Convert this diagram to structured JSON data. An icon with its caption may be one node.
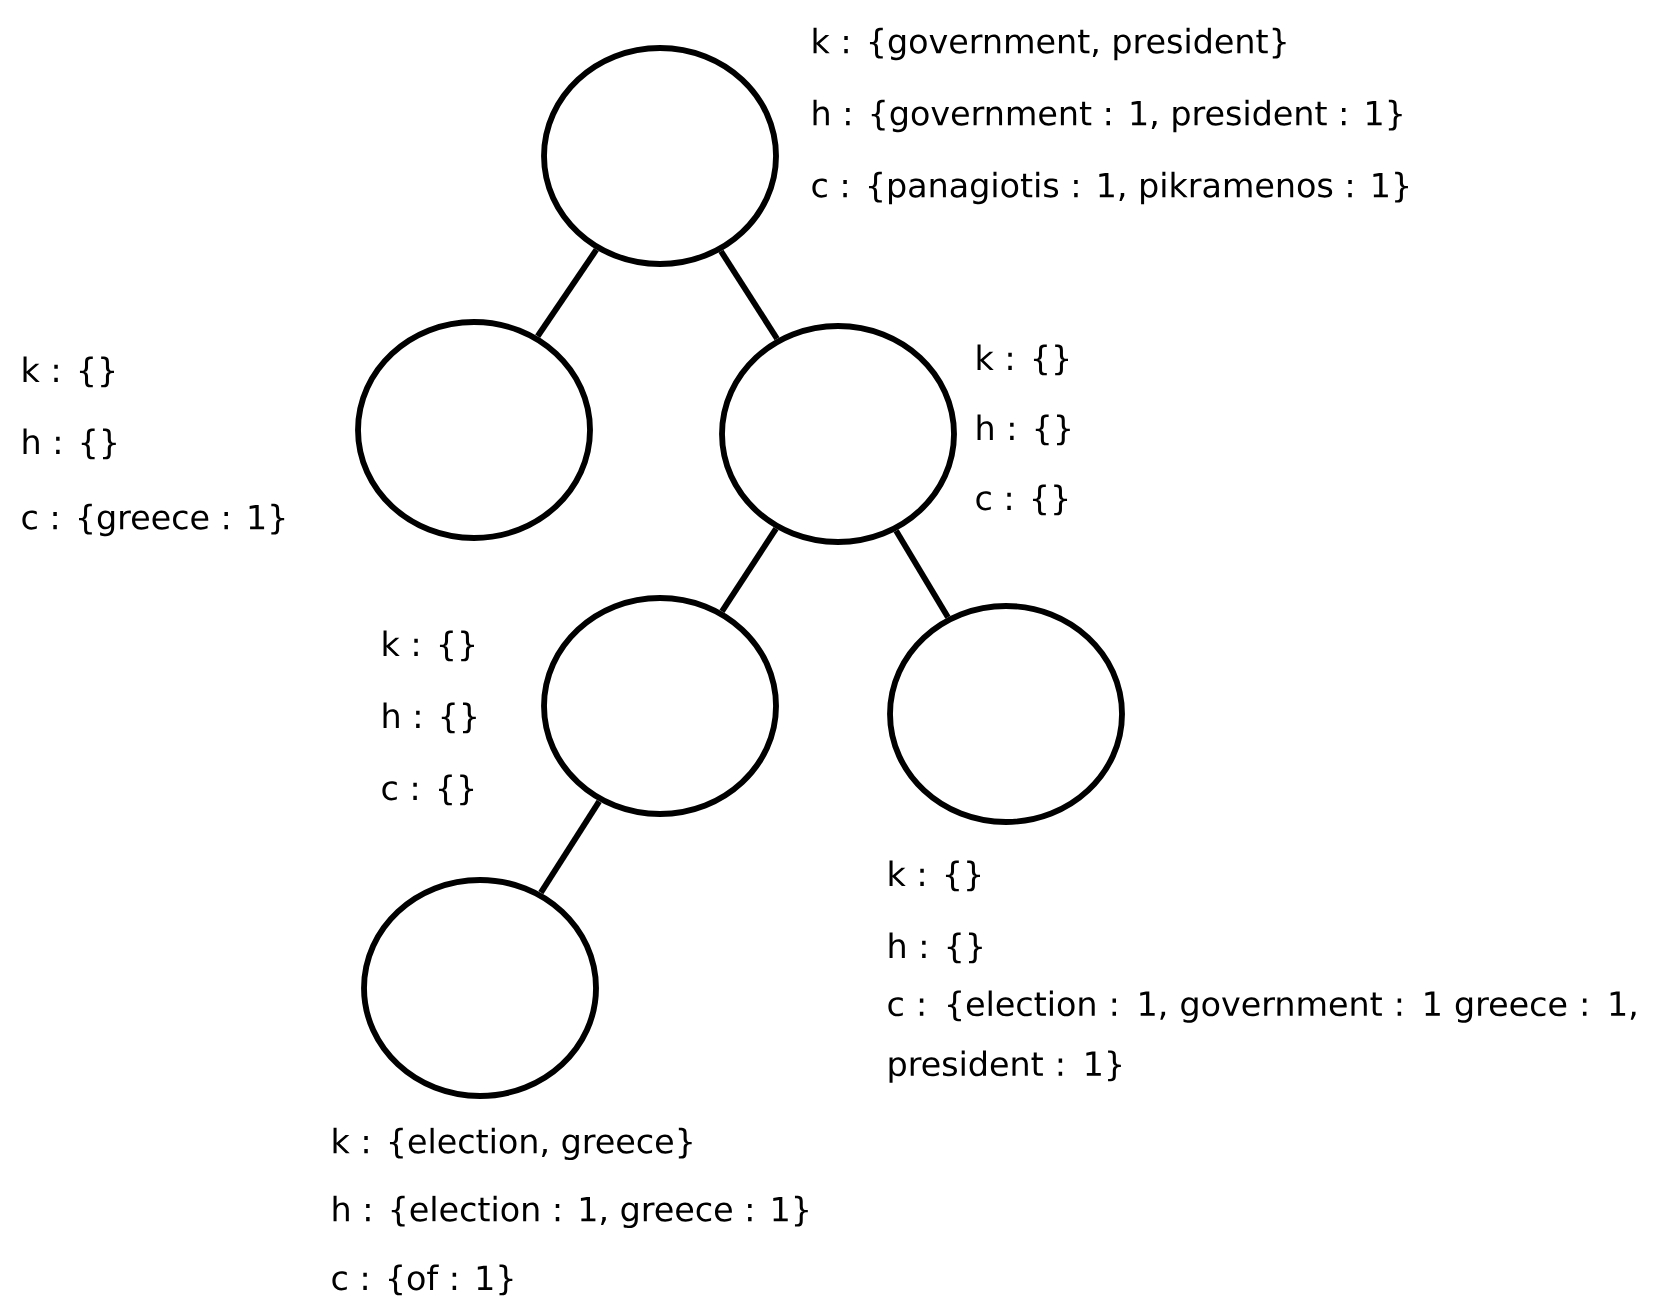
{
  "diagram": {
    "nodes": [
      {
        "text": [],
        "shape": "circle",
        "beside": [
          "k : {government, president}",
          "h : {government : 1, president : 1}",
          "c : {panagiotis : 1, pikramenos : 1}"
        ]
      },
      {
        "text": [],
        "shape": "circle",
        "beside": [
          "k : {}",
          "h : {}",
          "c : {greece : 1}"
        ]
      },
      {
        "text": [],
        "shape": "circle",
        "beside": [
          "k : {}",
          "h : {}",
          "c : {}"
        ]
      },
      {
        "text": [],
        "shape": "circle",
        "beside": [
          "k : {}",
          "h : {}",
          "c : {}"
        ]
      },
      {
        "text": [],
        "shape": "circle",
        "beside": [
          "k : {}",
          "h : {}",
          "c : {election : 1, government : 1 greece : 1, president : 1}"
        ]
      },
      {
        "text": [],
        "shape": "circle",
        "beside": [
          "k : {election, greece}",
          "h : {election : 1, greece : 1}",
          "c : {of : 1}"
        ]
      }
    ],
    "edges": [
      {
        "from": 0,
        "to": 1,
        "arrow": "none"
      },
      {
        "from": 0,
        "to": 2,
        "arrow": "none"
      },
      {
        "from": 2,
        "to": 3,
        "arrow": "none"
      },
      {
        "from": 2,
        "to": 4,
        "arrow": "none"
      },
      {
        "from": 3,
        "to": 5,
        "arrow": "none"
      }
    ]
  }
}
